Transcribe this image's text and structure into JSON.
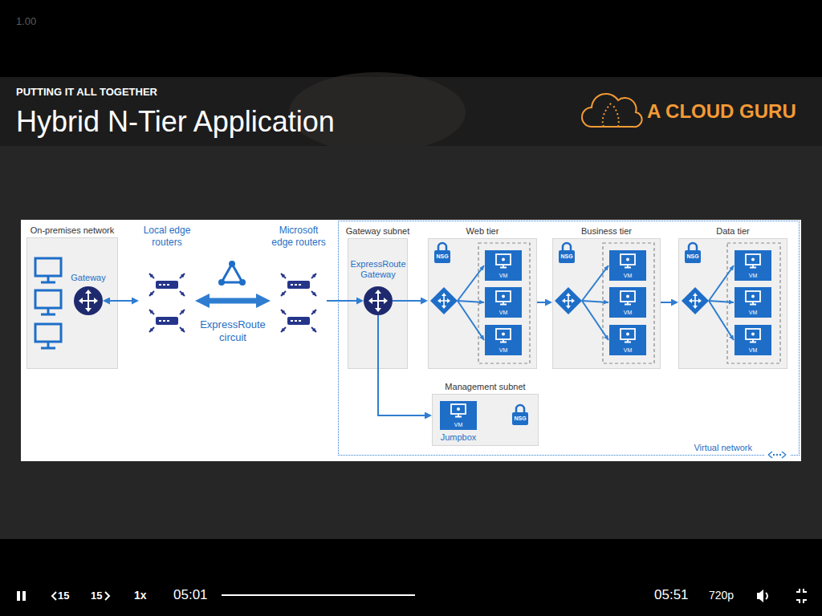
{
  "diagram": {
    "title": "Hybrid N-Tier Application",
    "nodes": [
      {
        "text": [
          "On-premises network"
        ]
      },
      {
        "text": [
          "Gateway"
        ],
        "in": 0
      },
      {
        "text": [
          "Local edge routers"
        ]
      },
      {
        "text": [
          "Microsoft edge routers"
        ]
      },
      {
        "text": [
          "Virtual network"
        ]
      },
      {
        "text": [
          "Gateway subnet"
        ],
        "in": 4
      },
      {
        "text": [
          "ExpressRoute Gateway"
        ],
        "in": 5
      },
      {
        "text": [
          "Web tier"
        ],
        "in": 4
      },
      {
        "text": [
          "NSG"
        ],
        "in": 7
      },
      {
        "text": [
          "VM"
        ],
        "in": 7
      },
      {
        "text": [
          "VM"
        ],
        "in": 7
      },
      {
        "text": [
          "VM"
        ],
        "in": 7
      },
      {
        "text": [
          "Business tier"
        ],
        "in": 4
      },
      {
        "text": [
          "NSG"
        ],
        "in": 12
      },
      {
        "text": [
          "VM"
        ],
        "in": 12
      },
      {
        "text": [
          "VM"
        ],
        "in": 12
      },
      {
        "text": [
          "VM"
        ],
        "in": 12
      },
      {
        "text": [
          "Data tier"
        ],
        "in": 4
      },
      {
        "text": [
          "NSG"
        ],
        "in": 17
      },
      {
        "text": [
          "VM"
        ],
        "in": 17
      },
      {
        "text": [
          "VM"
        ],
        "in": 17
      },
      {
        "text": [
          "VM"
        ],
        "in": 17
      },
      {
        "text": [
          "Management subnet"
        ],
        "in": 4
      },
      {
        "text": [
          "VM",
          "Jumpbox"
        ],
        "in": 22
      },
      {
        "text": [
          "NSG"
        ],
        "in": 22
      }
    ],
    "edges": [
      {
        "from": 1,
        "to": 2,
        "arrow": "both"
      },
      {
        "from": 2,
        "to": 3,
        "label": "ExpressRoute circuit",
        "arrow": "both"
      },
      {
        "from": 3,
        "to": 6,
        "arrow": "to"
      },
      {
        "from": 6,
        "to": 7,
        "arrow": "to"
      },
      {
        "from": 7,
        "to": 12,
        "arrow": "to"
      },
      {
        "from": 12,
        "to": 17,
        "arrow": "to"
      },
      {
        "from": 6,
        "to": 22,
        "arrow": "to"
      }
    ],
    "labels": [
      "1.00",
      "PUTTING IT ALL TOGETHER",
      "A CLOUD GURU",
      "15",
      "15",
      "1x",
      "05:01",
      "05:51",
      "720p"
    ]
  }
}
